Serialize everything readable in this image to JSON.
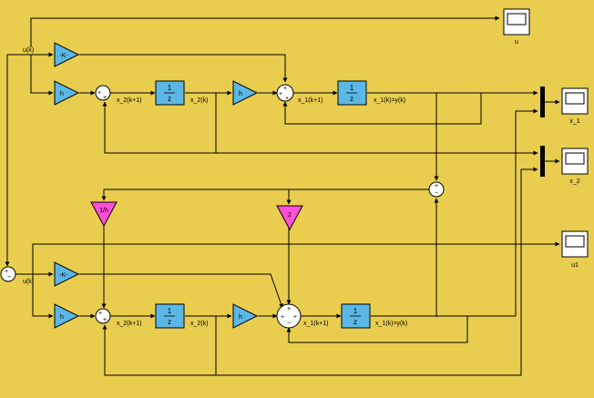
{
  "colors": {
    "background": "#e9cd4f",
    "gain_block": "#5bb8e6",
    "delay_block": "#5bb8e6",
    "magenta_gain": "#ff4fd8",
    "scope_fill": "#ffffff",
    "line": "#000000"
  },
  "signals": {
    "input_u_top": "u(k)",
    "input_u_bottom": "u(k)",
    "x2_next_top": "x_2(k+1)",
    "x2_top": "x_2(k)",
    "x1_next_top": "x_1(k+1)",
    "x1_top": "x_1(k)=y(k)",
    "x2_next_bottom": "x_2(k+1)",
    "x2_bottom": "x_2(k)",
    "x1_next_bottom": "x_1(k+1)",
    "x1_bottom": "x_1(k)=y(k)"
  },
  "gains": {
    "k_top": "-K-",
    "h_top_1": "h",
    "h_top_2": "h",
    "k_bottom": "-K-",
    "h_bottom_1": "h",
    "h_bottom_2": "h",
    "one_over_h": "1/h",
    "two": "2"
  },
  "delays": {
    "numerator": "1",
    "denominator": "z"
  },
  "scopes": {
    "u": "u",
    "x_1": "x_1",
    "x_2": "x_2",
    "u1": "u1"
  },
  "sum_signs": {
    "plus": "+",
    "minus": "−"
  }
}
